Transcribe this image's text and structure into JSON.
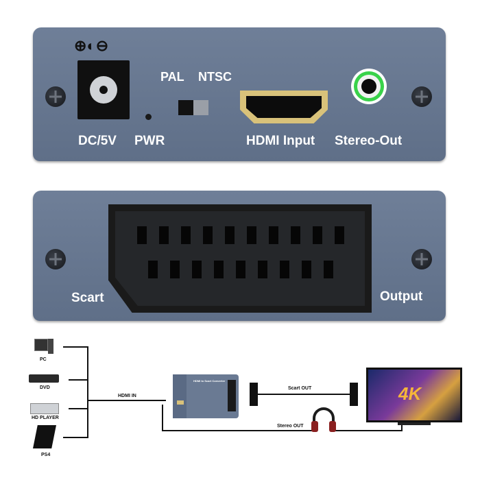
{
  "top_panel": {
    "power_symbols": "⊕◐⊖",
    "power_label": "DC/5V",
    "pwr_label": "PWR",
    "pal_label": "PAL",
    "ntsc_label": "NTSC",
    "hdmi_label": "HDMI Input",
    "stereo_label": "Stereo-Out"
  },
  "middle_panel": {
    "scart_label": "Scart",
    "output_label": "Output"
  },
  "diagram": {
    "sources": [
      "PC",
      "DVD",
      "HD PLAYER",
      "PS4"
    ],
    "hdmi_in_label": "HDMI IN",
    "device_label": "HDMI to Scart Converter",
    "scart_out_label": "Scart OUT",
    "stereo_out_label": "Stereo OUT",
    "tv_label": "4K"
  },
  "colors": {
    "panel": "#6a7a93",
    "connector_gold": "#d9c27a",
    "stereo_ring": "#39d24a"
  }
}
